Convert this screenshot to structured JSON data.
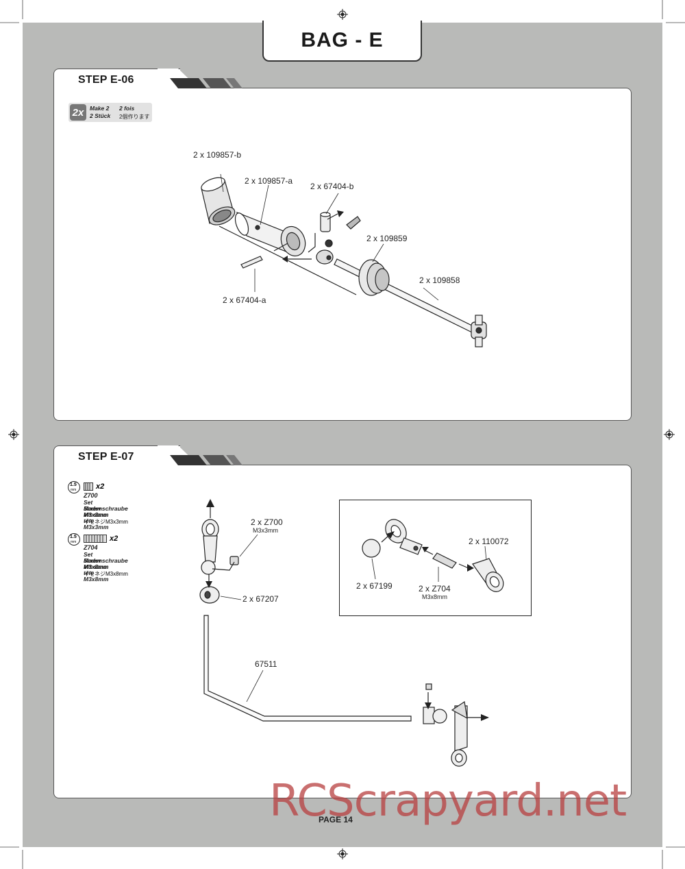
{
  "header": {
    "bag_title": "BAG - E"
  },
  "step1": {
    "title": "STEP E-06",
    "make": {
      "badge": "2x",
      "en": "Make 2",
      "fr": "2 fois",
      "de": "2 Stück",
      "jp": "2個作ります"
    },
    "labels": {
      "cup": "2 x 109857-b",
      "tube": "2 x 109857-a",
      "pin_b": "2 x 67404-b",
      "boot": "2 x 109859",
      "shaft": "2 x 109858",
      "pin_a": "2 x 67404-a"
    }
  },
  "step2": {
    "title": "STEP E-07",
    "bom": [
      {
        "tool": "1.5",
        "tool_unit": "mm",
        "qty": "x2",
        "code": "Z700",
        "en": "Set Screw M3x3mm",
        "de": "Madenschraube M3x3mm",
        "fr": "Vis sans tête M3x3mm",
        "jp": "イモネジM3x3mm"
      },
      {
        "tool": "1.5",
        "tool_unit": "mm",
        "qty": "x2",
        "code": "Z704",
        "en": "Set Screw M3x8mm",
        "de": "Madenschraube M3x8mm",
        "fr": "Vis sans tête M3x8mm",
        "jp": "イモネジM3x8mm"
      }
    ],
    "labels": {
      "z700": "2 x Z700",
      "z700_size": "M3x3mm",
      "collar": "2 x 67207",
      "bar": "67511",
      "ball": "2 x 67199",
      "z704": "2 x Z704",
      "z704_size": "M3x8mm",
      "rod_end": "2 x 110072"
    }
  },
  "footer": {
    "page": "PAGE 14",
    "watermark": "RCScrapyard.net"
  }
}
